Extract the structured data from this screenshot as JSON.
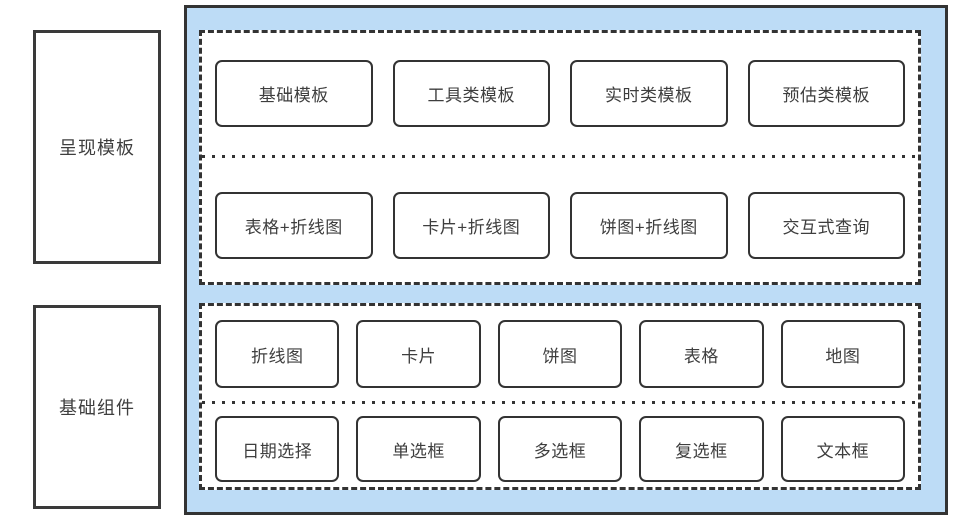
{
  "colors": {
    "container_bg": "#BDDCF6",
    "border_dark": "#333333",
    "node_bg": "#FFFFFF",
    "text": "#3E3E3E",
    "page_bg": "#FFFFFF"
  },
  "left_labels": [
    {
      "label": "呈现模板"
    },
    {
      "label": "基础组件"
    }
  ],
  "sections": [
    {
      "rows": [
        {
          "items": [
            "基础模板",
            "工具类模板",
            "实时类模板",
            "预估类模板"
          ]
        },
        {
          "items": [
            "表格+折线图",
            "卡片+折线图",
            "饼图+折线图",
            "交互式查询"
          ]
        }
      ]
    },
    {
      "rows": [
        {
          "items": [
            "折线图",
            "卡片",
            "饼图",
            "表格",
            "地图"
          ]
        },
        {
          "items": [
            "日期选择",
            "单选框",
            "多选框",
            "复选框",
            "文本框"
          ]
        }
      ]
    }
  ]
}
